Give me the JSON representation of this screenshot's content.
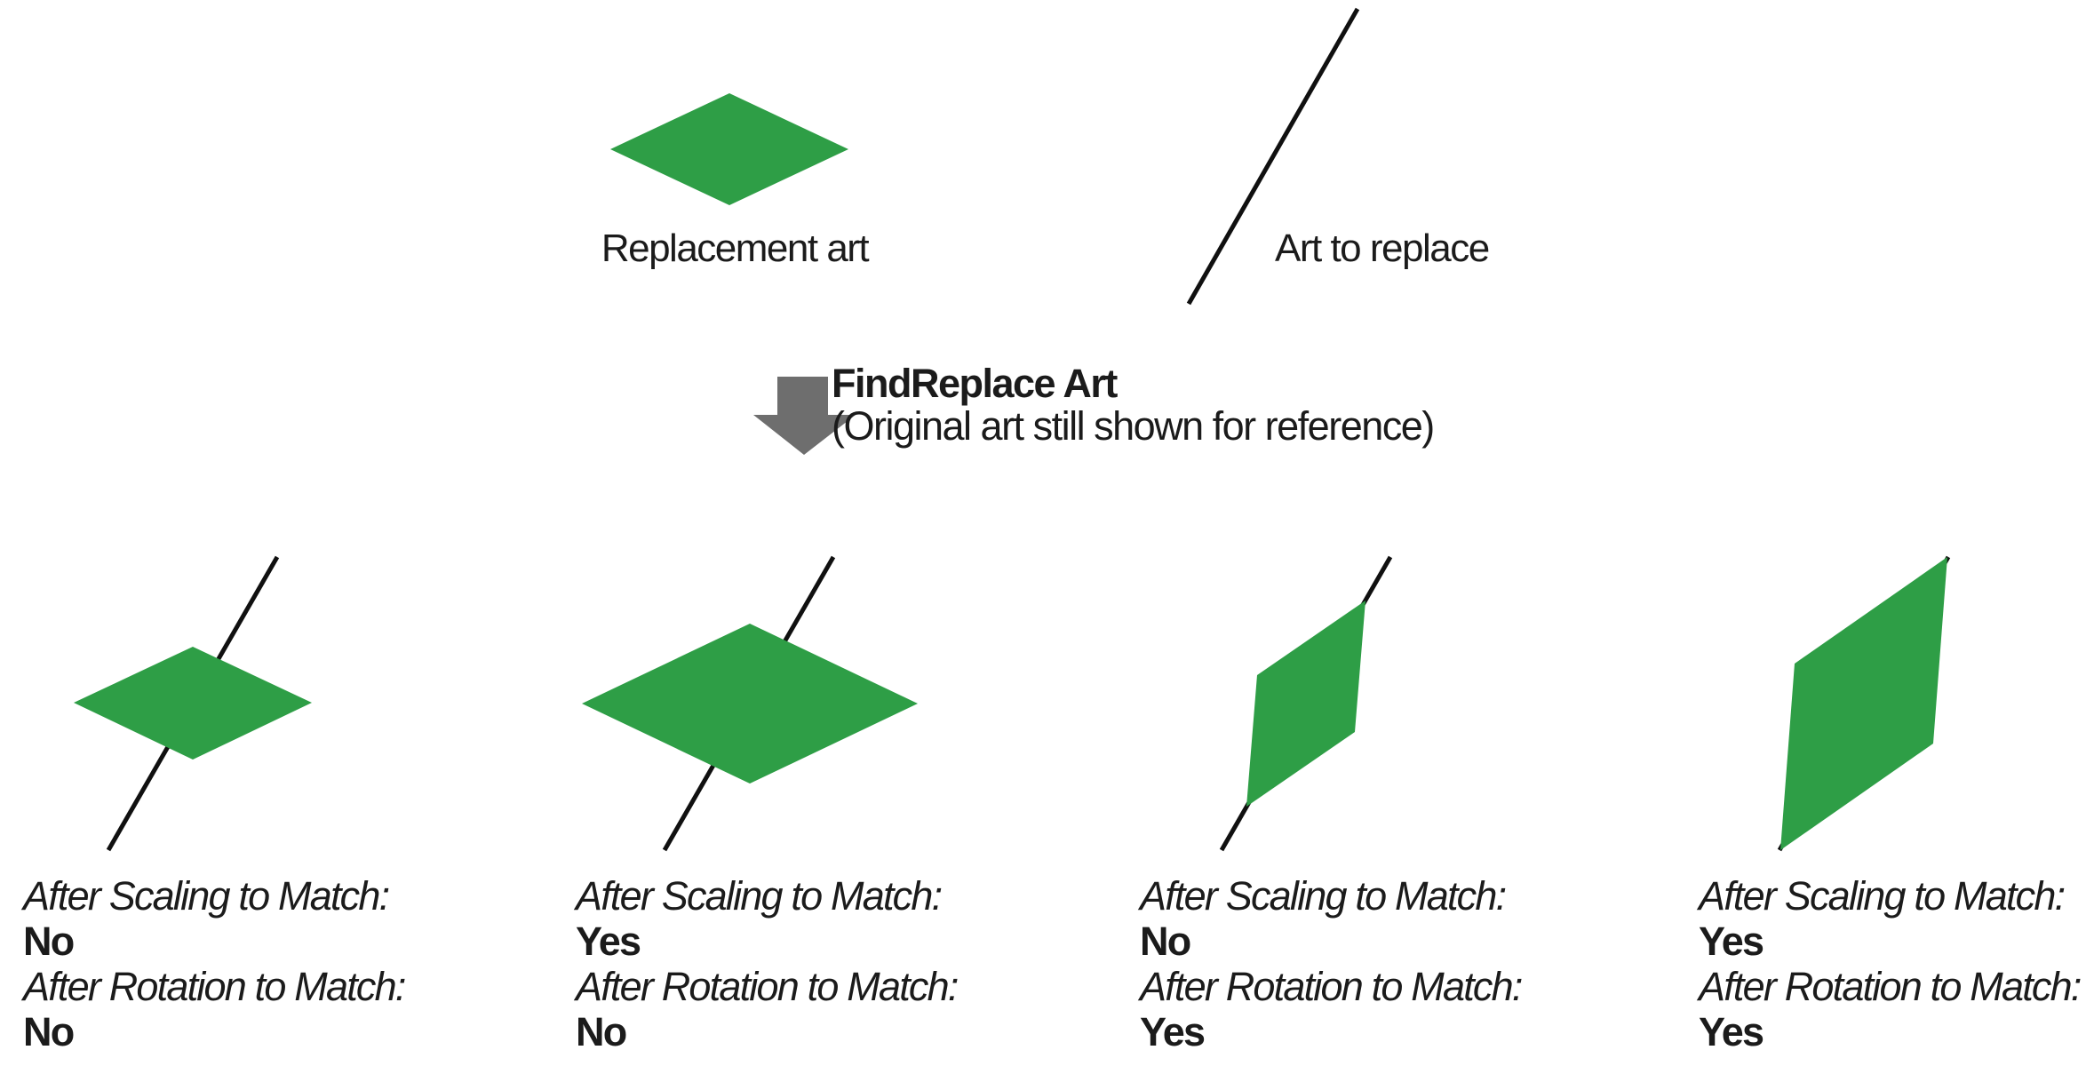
{
  "colors": {
    "green": "#2e9e46",
    "line": "#101010",
    "arrow": "#6e6e6e",
    "text": "#1b1b1b"
  },
  "header": {
    "replacement_art_label": "Replacement art",
    "art_to_replace_label": "Art to replace"
  },
  "operation": {
    "name": "FindReplace Art",
    "note": "(Original art still shown for reference)"
  },
  "results": [
    {
      "scaling_label": "After Scaling to Match:",
      "scaling_value": "No",
      "rotation_label": "After Rotation to Match:",
      "rotation_value": "No"
    },
    {
      "scaling_label": "After Scaling to Match:",
      "scaling_value": "Yes",
      "rotation_label": "After Rotation to Match:",
      "rotation_value": "No"
    },
    {
      "scaling_label": "After Scaling to Match:",
      "scaling_value": "No",
      "rotation_label": "After Rotation to Match:",
      "rotation_value": "Yes"
    },
    {
      "scaling_label": "After Scaling to Match:",
      "scaling_value": "Yes",
      "rotation_label": "After Rotation to Match:",
      "rotation_value": "Yes"
    }
  ]
}
